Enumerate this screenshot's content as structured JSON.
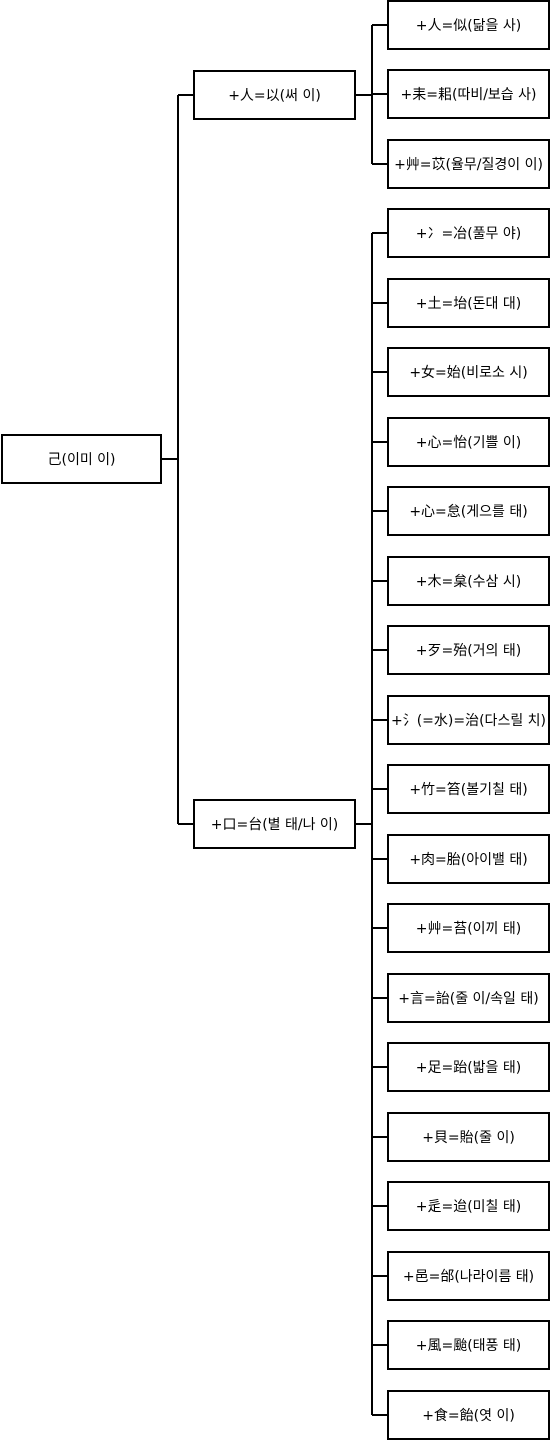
{
  "root": {
    "label": "己(이미 이)"
  },
  "branches": [
    {
      "label": "+人=以(써 이)",
      "children": [
        "+人=似(닮을 사)",
        "+耒=耜(따비/보습 사)",
        "+艸=苡(율무/질경이 이)"
      ]
    },
    {
      "label": "+口=台(별 태/나 이)",
      "children": [
        "+冫=冶(풀무 야)",
        "+土=坮(돈대 대)",
        "+女=始(비로소 시)",
        "+心=怡(기쁠 이)",
        "+心=怠(게으를 태)",
        "+木=枲(수삼 시)",
        "+歹=殆(거의 태)",
        "+氵(=水)=治(다스릴 치)",
        "+竹=笞(볼기칠 태)",
        "+肉=胎(아이밸 태)",
        "+艸=苔(이끼 태)",
        "+言=詒(줄 이/속일 태)",
        "+足=跆(밟을 태)",
        "+貝=貽(줄 이)",
        "+辵=迨(미칠 태)",
        "+邑=邰(나라이름 태)",
        "+風=颱(태풍 태)",
        "+食=飴(엿 이)"
      ]
    }
  ]
}
